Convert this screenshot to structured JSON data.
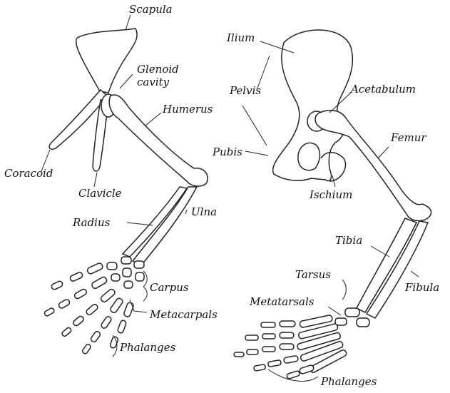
{
  "forelimb": {
    "scapula": "Scapula",
    "glenoid_line1": "Glenoid",
    "glenoid_line2": "cavity",
    "humerus": "Humerus",
    "coracoid": "Coracoid",
    "clavicle": "Clavicle",
    "radius": "Radius",
    "ulna": "Ulna",
    "carpus": "Carpus",
    "metacarpals": "Metacarpals",
    "phalanges": "Phalanges"
  },
  "hindlimb": {
    "ilium": "Ilium",
    "pelvis": "Pelvis",
    "acetabulum": "Acetabulum",
    "femur": "Femur",
    "pubis": "Pubis",
    "ischium": "Ischium",
    "tibia": "Tibia",
    "tarsus": "Tarsus",
    "fibula": "Fibula",
    "metatarsals": "Metatarsals",
    "phalanges": "Phalanges"
  }
}
